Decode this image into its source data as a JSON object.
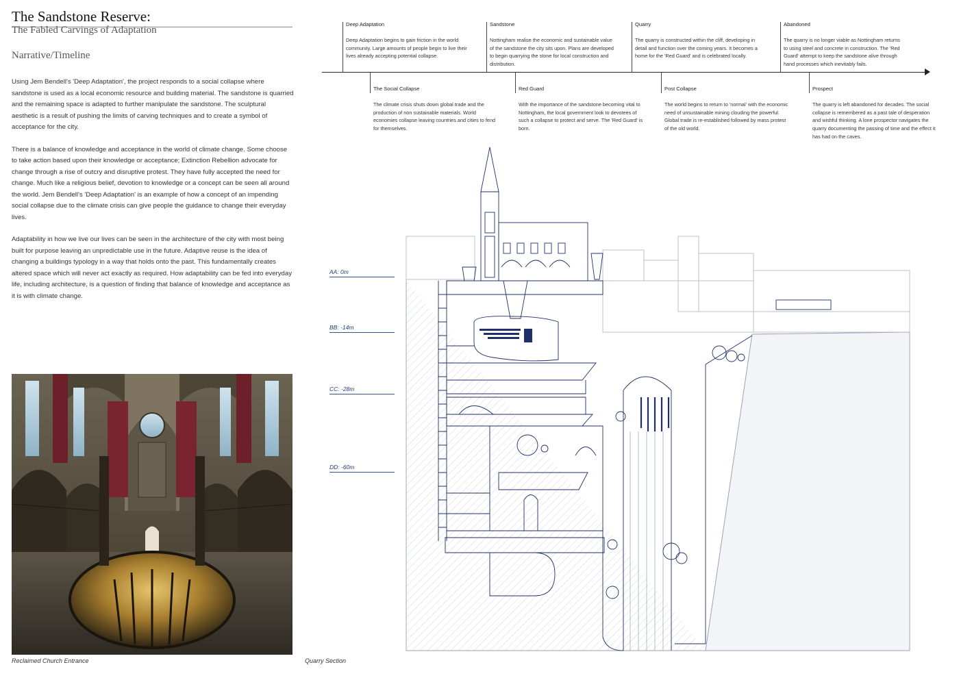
{
  "header": {
    "title": "The Sandstone Reserve:",
    "subtitle": "The Fabled Carvings of Adaptation",
    "section": "Narrative/Timeline"
  },
  "body": {
    "paragraphs": [
      "Using Jem Bendell's 'Deep Adaptation', the project responds to a social collapse where sandstone is used as a local economic resource and building material. The sandstone is quarried and the remaining space is adapted to further manipulate the sandstone. The sculptural aesthetic is a result of pushing the limits of carving techniques and to create a symbol of acceptance for the city.",
      "There is a balance of knowledge and acceptance in the world of climate change. Some choose to take action based upon their knowledge or acceptance; Extinction Rebellion advocate for change through a rise of outcry and disruptive protest. They have fully accepted the need for change. Much like a religious belief, devotion to knowledge or a concept can be seen all around the world. Jem Bendell's 'Deep Adaptation' is an example of how a concept of an impending social collapse due to the climate crisis can give people the guidance to change their everyday lives.",
      "Adaptability in how we live our lives can be seen in the architecture of the city with most being built for purpose leaving an unpredictable use in the future. Adaptive reuse is the idea of changing a buildings typology in a way that holds onto the past. This fundamentally creates altered space which will never act exactly as required. How adaptability can be fed into everyday life, including architecture, is a question of finding that balance of knowledge and acceptance as it is with climate change."
    ]
  },
  "timeline": {
    "above": [
      {
        "title": "Deep Adaptation",
        "text": "Deep Adaptation begins to gain friction in the world community. Large amounts of people begin to live their lives already accepting potential collapse."
      },
      {
        "title": "Sandstone",
        "text": "Nottingham realise the economic and sustainable value of the sandstone the city sits upon. Plans are developed to begin quarrying the stone for local construction and distribution."
      },
      {
        "title": "Quarry",
        "text": "The quarry is constructed within the cliff, developing in detail and function over the coming years. It becomes a home for the 'Red Guard' and is celebrated locally."
      },
      {
        "title": "Abandoned",
        "text": "The quarry is no longer viable as Nottingham returns to using steel and concrete in construction. The 'Red Guard' attempt to keep the sandstone alive through hand processes which inevitably fails."
      }
    ],
    "below": [
      {
        "title": "The Social Collapse",
        "text": "The climate crisis shuts down global trade and the production of non sustainable materials. World economies collapse leaving countries and cities to fend for themselves."
      },
      {
        "title": "Red Guard",
        "text": "With the importance of the sandstone becoming vital to Nottingham, the local government look to devotees of such a collapse to protect and serve. The 'Red Guard' is born."
      },
      {
        "title": "Post Collapse",
        "text": "The world begins to return to 'normal' with the economic need of unsustainable mining clouding the powerful. Global trade is re-established followed by mass protest of the old world."
      },
      {
        "title": "Prospect",
        "text": "The quarry is left abandoned for decades. The social collapse is remembered as a past tale of desperation and wishful thinking. A lone prospector navigates the quarry documenting the passing of time and the effect it has had on the caves."
      }
    ]
  },
  "levels": [
    "AA: 0m",
    "BB: -14m",
    "CC: -28m",
    "DD: -60m"
  ],
  "captions": {
    "photo": "Reclaimed Church Entrance",
    "section": "Quarry Section"
  },
  "colors": {
    "drawing_line": "#1f2f6a",
    "hatch": "#c9cdd6",
    "banner_red": "#7a2430",
    "stone": "#8a7a62"
  }
}
